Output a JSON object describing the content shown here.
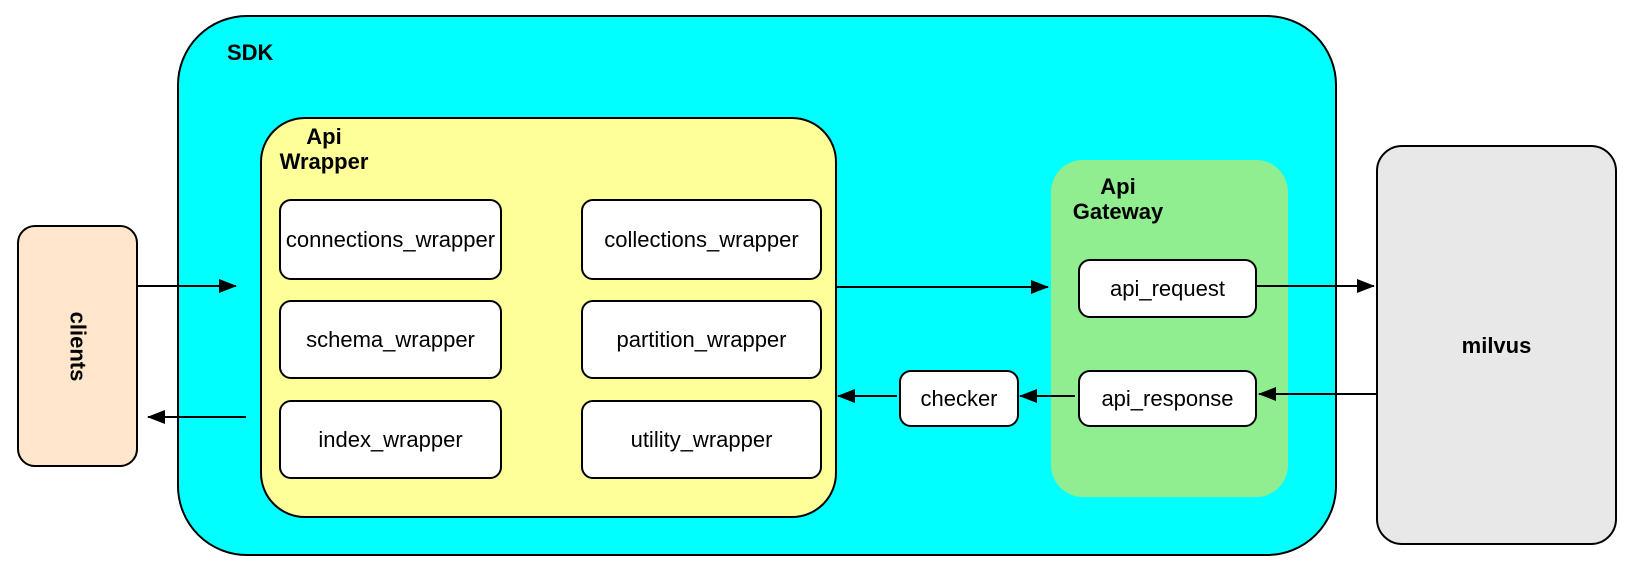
{
  "nodes": {
    "clients": {
      "label": "clients"
    },
    "sdk": {
      "label": "SDK"
    },
    "api_wrapper": {
      "title_line1": "Api",
      "title_line2": "Wrapper",
      "modules": [
        "connections_wrapper",
        "collections_wrapper",
        "schema_wrapper",
        "partition_wrapper",
        "index_wrapper",
        "utility_wrapper"
      ]
    },
    "api_gateway": {
      "title_line1": "Api",
      "title_line2": "Gateway",
      "request_label": "api_request",
      "response_label": "api_response"
    },
    "checker": {
      "label": "checker"
    },
    "milvus": {
      "label": "milvus"
    }
  },
  "edges": [
    {
      "from": "clients",
      "to": "sdk"
    },
    {
      "from": "sdk",
      "to": "clients"
    },
    {
      "from": "api_wrapper",
      "to": "api_gateway"
    },
    {
      "from": "api_request",
      "to": "milvus"
    },
    {
      "from": "milvus",
      "to": "api_response"
    },
    {
      "from": "api_response",
      "to": "checker"
    },
    {
      "from": "checker",
      "to": "api_wrapper"
    }
  ],
  "colors": {
    "background": "#FFFFFF",
    "sdk_fill": "#00FFFF",
    "api_wrapper_fill": "#FFFF99",
    "api_gateway_fill": "#90EE90",
    "clients_fill": "#FFE6CC",
    "milvus_fill": "#E8E8E8",
    "module_fill": "#FFFFFF",
    "stroke": "#000000"
  }
}
